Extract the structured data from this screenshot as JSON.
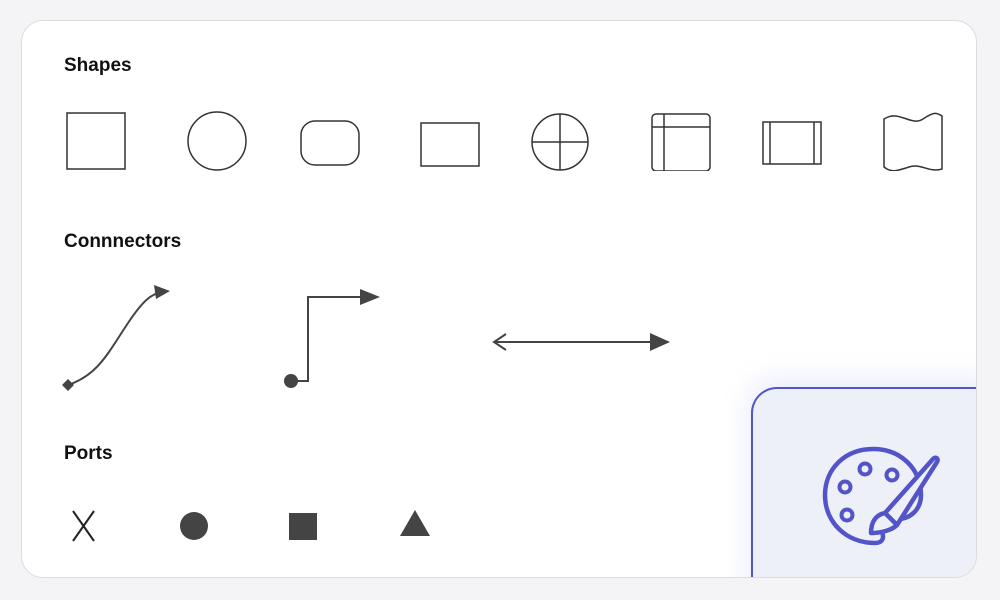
{
  "sections": {
    "shapes": {
      "title": "Shapes",
      "items": [
        "square",
        "circle",
        "rounded-rectangle",
        "rectangle",
        "crossed-circle",
        "internal-storage",
        "predefined-process",
        "wave-document"
      ]
    },
    "connectors": {
      "title": "Connnectors",
      "items": [
        "bezier-connector",
        "orthogonal-connector",
        "straight-bidirectional-connector"
      ]
    },
    "ports": {
      "title": "Ports",
      "items": [
        "x-port",
        "circle-port",
        "square-port",
        "triangle-port"
      ]
    }
  },
  "theme_button": {
    "icon": "palette-icon"
  },
  "colors": {
    "stroke": "#333333",
    "fill": "#444444",
    "accent": "#5254c7",
    "panel_bg": "#eef0f8"
  }
}
